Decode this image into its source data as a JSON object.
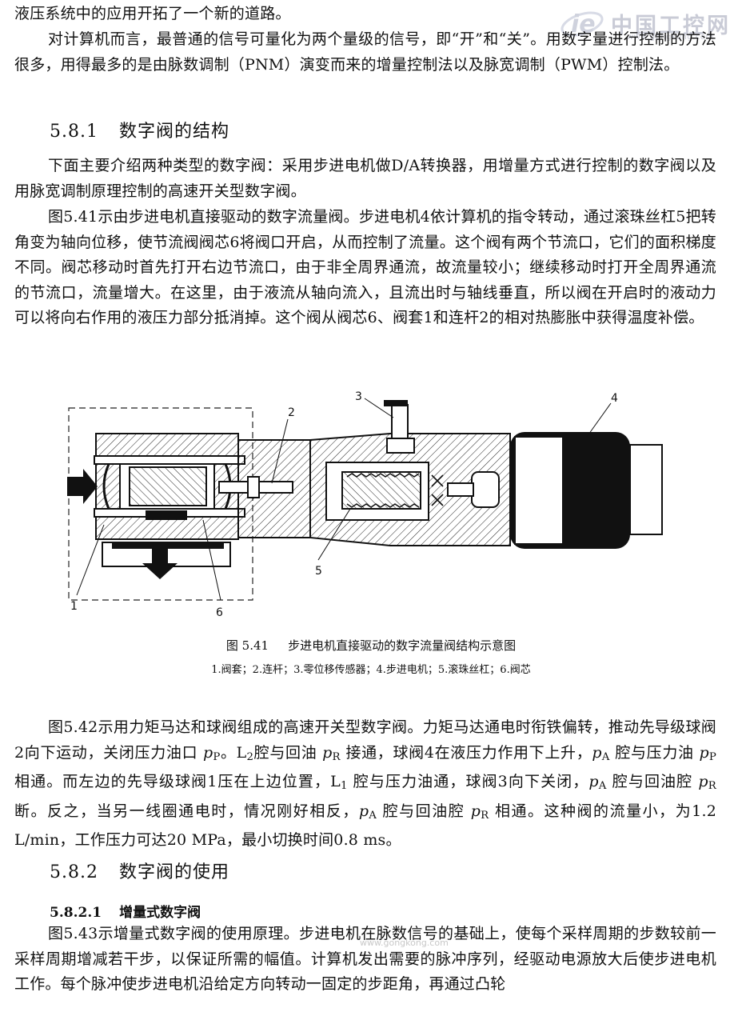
{
  "watermark": {
    "brand": "中国工控网",
    "url": "www.gongkong.com"
  },
  "para_intro_tail": "液压系统中的应用开拓了一个新的道路。",
  "para_digital": "对计算机而言，最普通的信号可量化为两个量级的信号，即“开”和“关”。用数字量进行控制的方法很多，用得最多的是由脉数调制（PNM）演变而来的增量控制法以及脉宽调制（PWM）控制法。",
  "section_581": {
    "number": "5.8.1",
    "title": "数字阀的结构"
  },
  "para_types": "下面主要介绍两种类型的数字阀：采用步进电机做D/A转换器，用增量方式进行控制的数字阀以及用脉宽调制原理控制的高速开关型数字阀。",
  "para_fig541": "图5.41示由步进电机直接驱动的数字流量阀。步进电机4依计算机的指令转动，通过滚珠丝杠5把转角变为轴向位移，使节流阀阀芯6将阀口开启，从而控制了流量。这个阀有两个节流口，它们的面积梯度不同。阀芯移动时首先打开右边节流口，由于非全周界通流，故流量较小；继续移动时打开全周界通流的节流口，流量增大。在这里，由于液流从轴向流入，且流出时与轴线垂直，所以阀在开启时的液动力可以将向右作用的液压力部分抵消掉。这个阀从阀芯6、阀套1和连杆2的相对热膨胀中获得温度补偿。",
  "figure": {
    "labels": [
      "1",
      "2",
      "3",
      "4",
      "5",
      "6"
    ],
    "caption_number": "图 5.41",
    "caption_title": "步进电机直接驱动的数字流量阀结构示意图",
    "caption_legend": "1.阀套；2.连杆；3.零位移传感器；4.步进电机；5.滚珠丝杠；6.阀芯"
  },
  "para_fig542": {
    "t1": "图5.42示用力矩马达和球阀组成的高速开关型数字阀。力矩马达通电时衔铁偏转，推动先导级球阀2向下运动，关闭压力油口",
    "t2": "。L",
    "t3": "腔与回油",
    "t4": "接通，球阀4在液压力作用下上升，",
    "t5": "腔与压力油",
    "t6": "相通。而左边的先导级球阀1压在上边位置，L",
    "t7": "腔与压力油通，球阀3向下关闭，",
    "t8": "腔与回油腔",
    "t9": "断。反之，当另一线圈通电时，情况刚好相反，",
    "t10": "腔与回油腔",
    "t11": "相通。这种阀的流量小，为1.2 L/min，工作压力可达20 MPa，最小切换时间0.8 ms。",
    "sym_p": "p",
    "sub_P": "P",
    "sub_R": "R",
    "sub_A": "A",
    "sub_2": "2",
    "sub_1": "1"
  },
  "section_582": {
    "number": "5.8.2",
    "title": "数字阀的使用"
  },
  "section_5821": {
    "number": "5.8.2.1",
    "title": "增量式数字阀"
  },
  "para_fig543": "图5.43示增量式数字阀的使用原理。步进电机在脉数信号的基础上，使每个采样周期的步数较前一采样周期增减若干步，以保证所需的幅值。计算机发出需要的脉冲序列，经驱动电源放大后使步进电机工作。每个脉冲使步进电机沿给定方向转动一固定的步距角，再通过凸轮",
  "faint_url": "www.gongkong.com"
}
